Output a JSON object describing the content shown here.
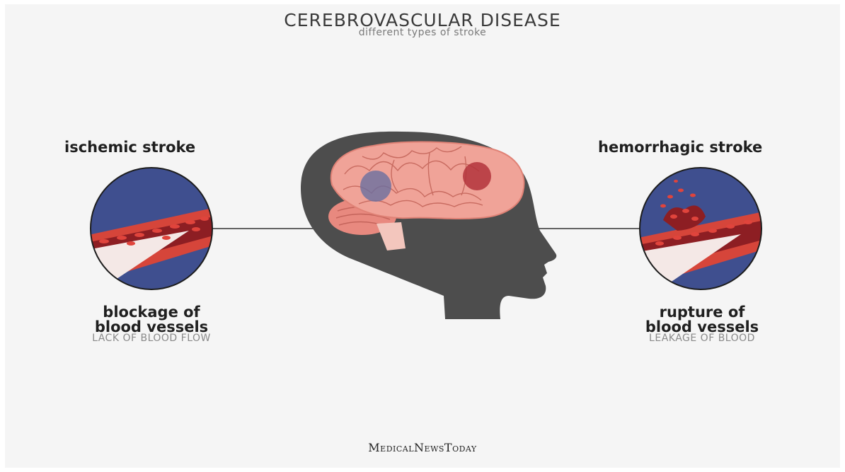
{
  "title": "CEREBROVASCULAR DISEASE",
  "subtitle": "different types of stroke",
  "left": {
    "heading": "ischemic stroke",
    "caption_line1": "blockage of",
    "caption_line2": "blood vessels",
    "sub_caption": "LACK OF BLOOD FLOW"
  },
  "right": {
    "heading": "hemorrhagic stroke",
    "caption_line1": "rupture of",
    "caption_line2": "blood vessels",
    "sub_caption": "LEAKAGE OF BLOOD"
  },
  "brand": "MedicalNewsToday",
  "colors": {
    "background": "#f5f5f5",
    "head": "#4d4d4d",
    "brain": "#f0a398",
    "vessel": "#c0392b",
    "circle_blue": "#3f4f8f",
    "clot_marker": "#5a5a8c",
    "bleed_marker": "#b3343b"
  }
}
